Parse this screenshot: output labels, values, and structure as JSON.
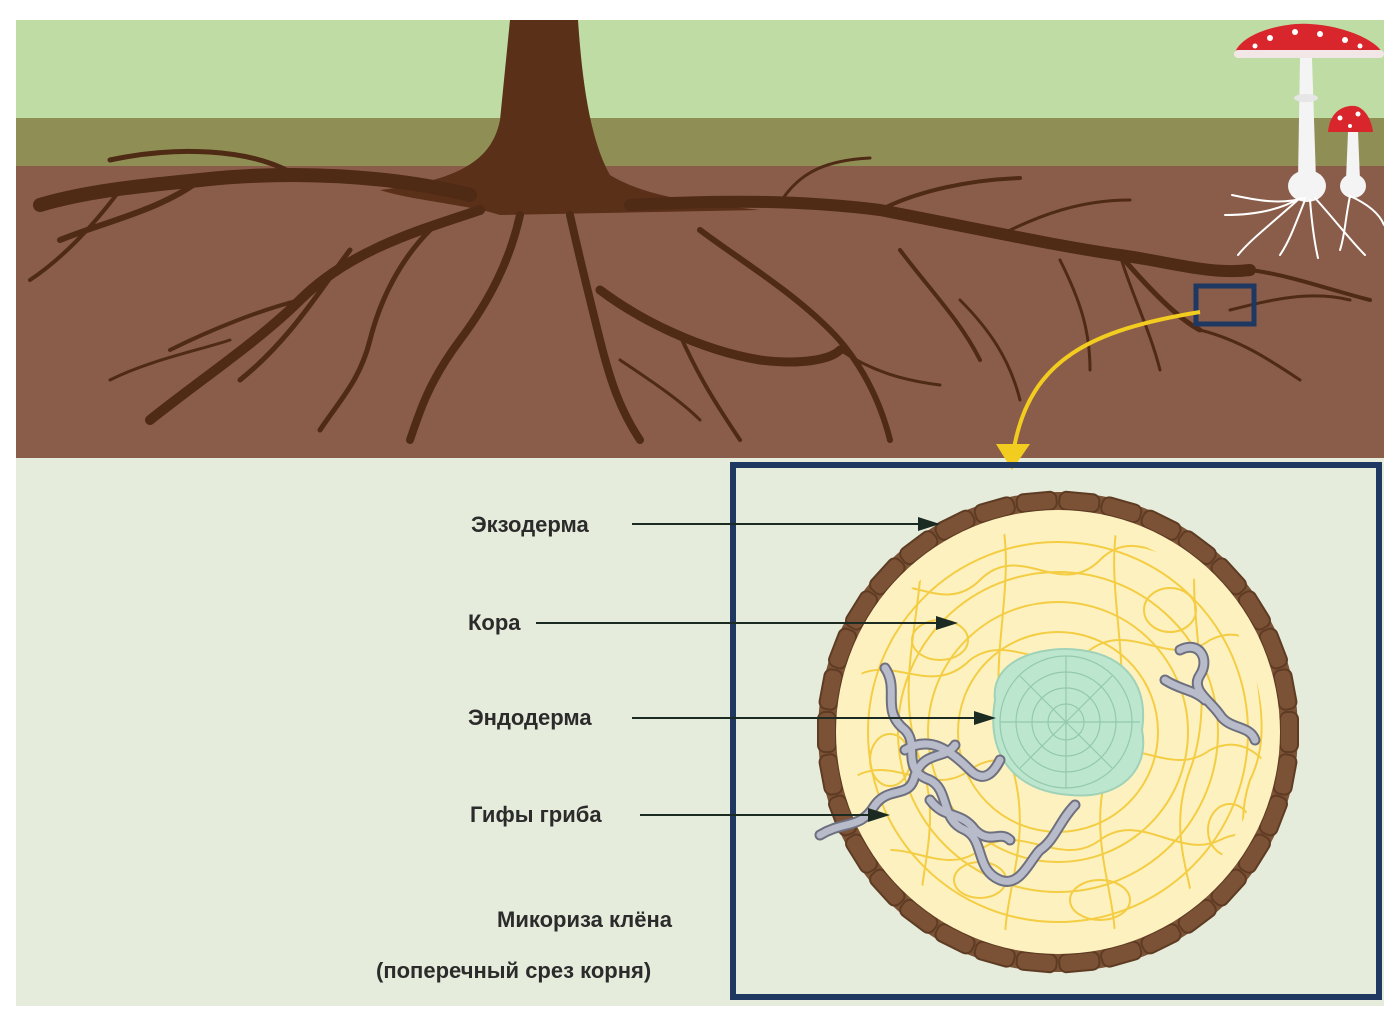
{
  "labels": {
    "exoderm": "Экзодерма",
    "cortex": "Кора",
    "endoderm": "Эндодерма",
    "hyphae": "Гифы гриба"
  },
  "caption": {
    "line1": "Микориза клёна",
    "line2": "(поперечный срез корня)"
  },
  "colors": {
    "sky": "#bedca3",
    "grass": "#8f8f55",
    "soil": "#8a5d4b",
    "roots": "#4f2a15",
    "panel": "#e5ecdc",
    "frame": "#1e3862",
    "arrow": "#f2cc1f",
    "exoderm_cells": "#7c5236",
    "cortex_fill": "#fdf2bf",
    "cortex_lines": "#f3c937",
    "stele": "#bde6cf",
    "hyphae": "#a9adbd",
    "mushroom_cap": "#d8262c"
  },
  "icons": [
    "tree",
    "fly-agaric-mushroom",
    "magnifier-box",
    "curved-arrow"
  ]
}
